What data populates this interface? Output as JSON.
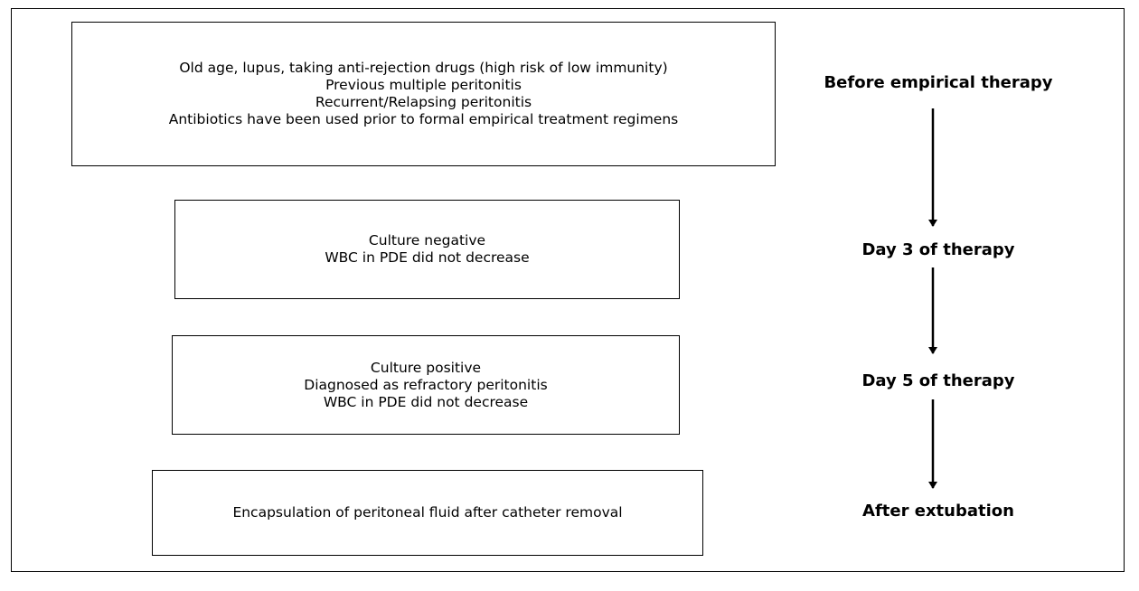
{
  "boxes": [
    {
      "lines": [
        "Old age, lupus, taking anti-rejection drugs (high risk of low immunity)",
        "Previous multiple peritonitis",
        "Recurrent/Relapsing peritonitis",
        "Antibiotics have been used prior to formal empirical treatment regimens"
      ]
    },
    {
      "lines": [
        "Culture negative",
        "WBC in PDE did not decrease"
      ]
    },
    {
      "lines": [
        "Culture positive",
        "Diagnosed as refractory peritonitis",
        "WBC in PDE did not decrease"
      ]
    },
    {
      "lines": [
        "Encapsulation of peritoneal fluid after catheter removal"
      ]
    }
  ],
  "stages": [
    "Before empirical therapy",
    "Day 3 of therapy",
    "Day 5 of therapy",
    "After extubation"
  ]
}
